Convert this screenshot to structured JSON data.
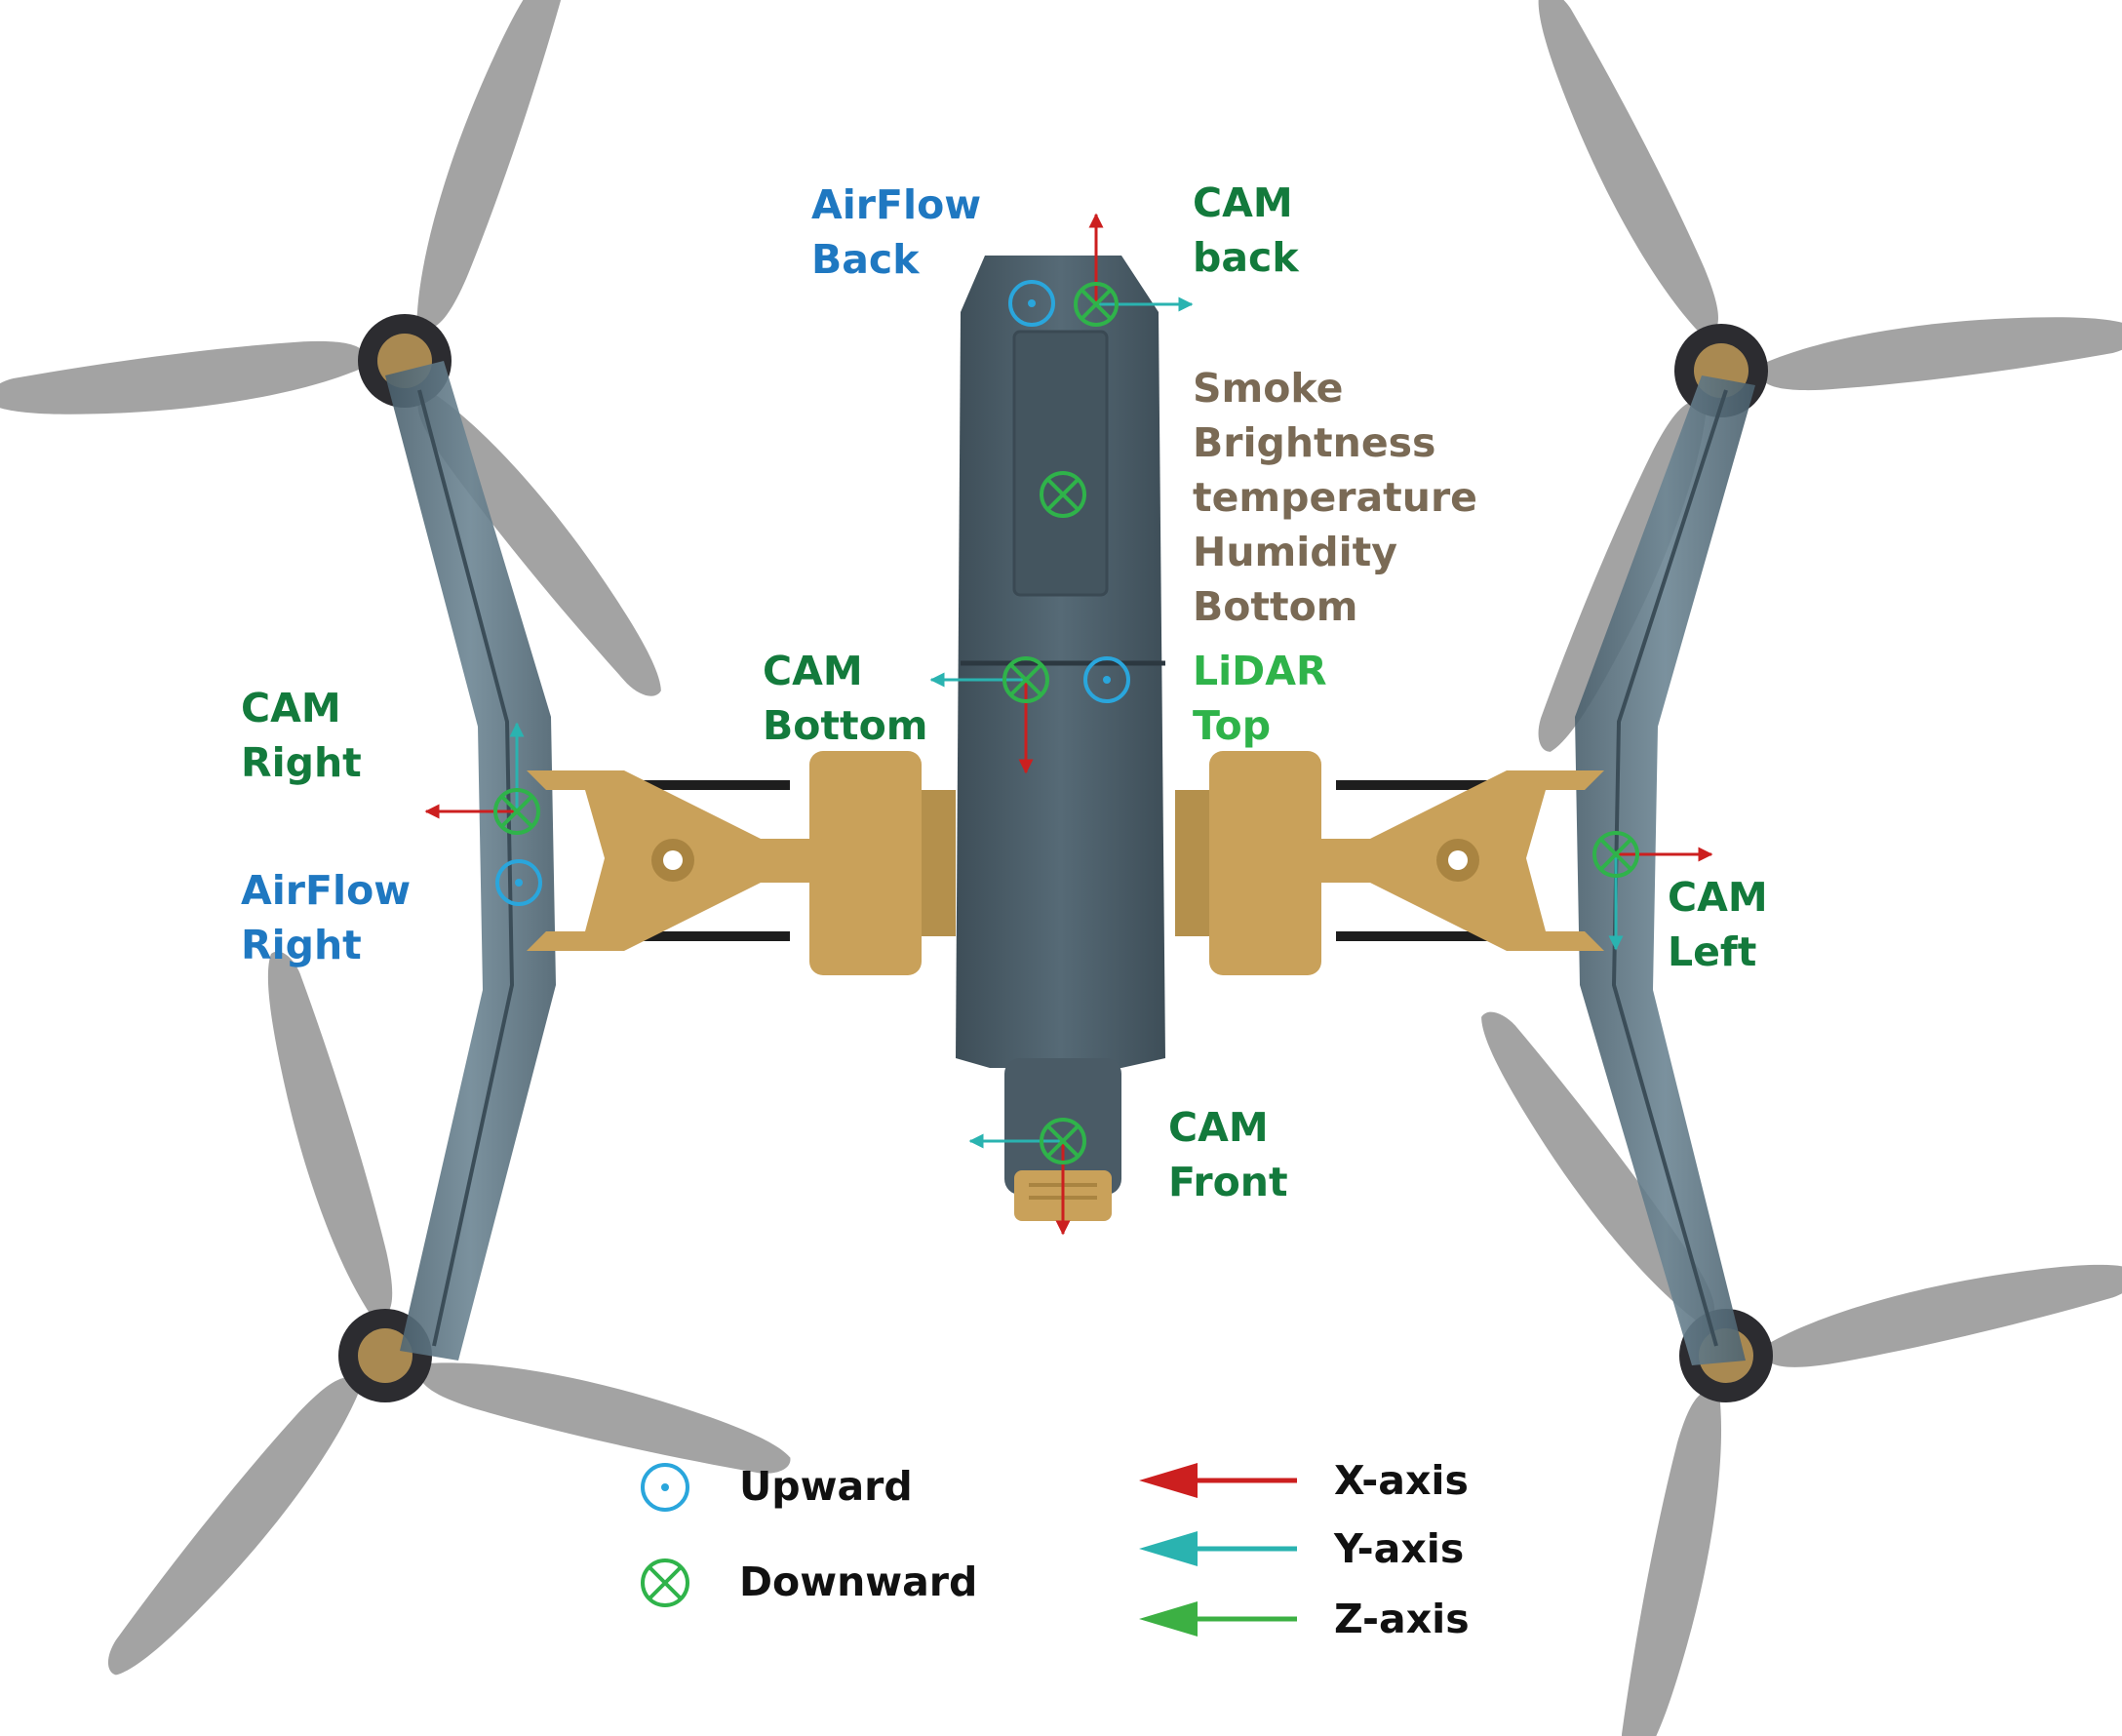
{
  "colors": {
    "airflow_blue": "#1f78c1",
    "cam_green": "#137a3c",
    "lidar_green": "#2fb34a",
    "env_brown": "#7a6a55",
    "x_axis_red": "#cc1f1f",
    "y_axis_teal": "#2ab3b0",
    "z_axis_green": "#3cb043",
    "upward_blue": "#2aa6dc",
    "downward_green": "#2fb34a",
    "body_slate": "#4a5b66",
    "arm_slate": "#5c7482",
    "mount_gold": "#c9a15a",
    "prop_gray": "#a3a3a3"
  },
  "icons": [
    "propeller-icon",
    "upward-dot-icon",
    "downward-cross-icon",
    "axis-arrow-icon"
  ],
  "labels": {
    "airflow_back": [
      "AirFlow",
      "Back"
    ],
    "cam_back": [
      "CAM",
      "back"
    ],
    "env_sensors": [
      "Smoke",
      "Brightness",
      "temperature",
      "Humidity",
      "Bottom"
    ],
    "cam_bottom": [
      "CAM",
      "Bottom"
    ],
    "lidar_top": [
      "LiDAR",
      "Top"
    ],
    "cam_right": [
      "CAM",
      "Right"
    ],
    "airflow_right": [
      "AirFlow",
      "Right"
    ],
    "cam_left": [
      "CAM",
      "Left"
    ],
    "cam_front": [
      "CAM",
      "Front"
    ]
  },
  "legend": {
    "upward": "Upward",
    "downward": "Downward",
    "x_axis": "X-axis",
    "y_axis": "Y-axis",
    "z_axis": "Z-axis"
  }
}
